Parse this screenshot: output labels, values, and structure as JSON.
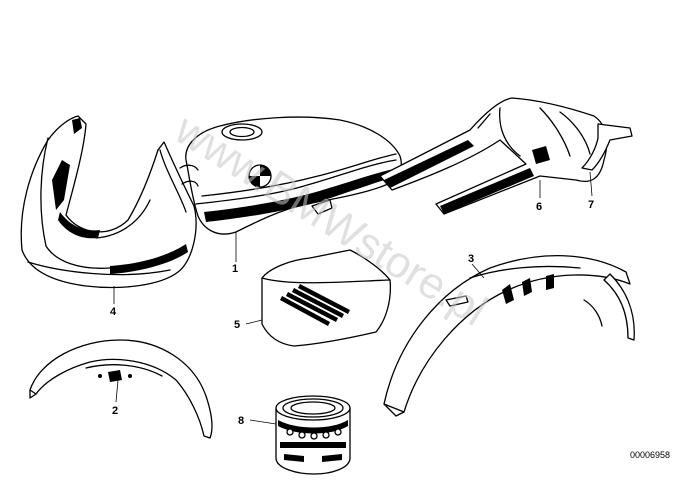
{
  "diagram": {
    "callouts": [
      {
        "id": "callout-1",
        "label": "1"
      },
      {
        "id": "callout-2",
        "label": "2"
      },
      {
        "id": "callout-3",
        "label": "3"
      },
      {
        "id": "callout-4",
        "label": "4"
      },
      {
        "id": "callout-5",
        "label": "5"
      },
      {
        "id": "callout-6",
        "label": "6"
      },
      {
        "id": "callout-7",
        "label": "7"
      },
      {
        "id": "callout-8",
        "label": "8"
      }
    ],
    "watermark": "www.BMWstore.pl",
    "drawing_code": "00006958",
    "colors": {
      "line": "#000000",
      "background": "#ffffff",
      "watermark": "#c8c8c8"
    }
  }
}
